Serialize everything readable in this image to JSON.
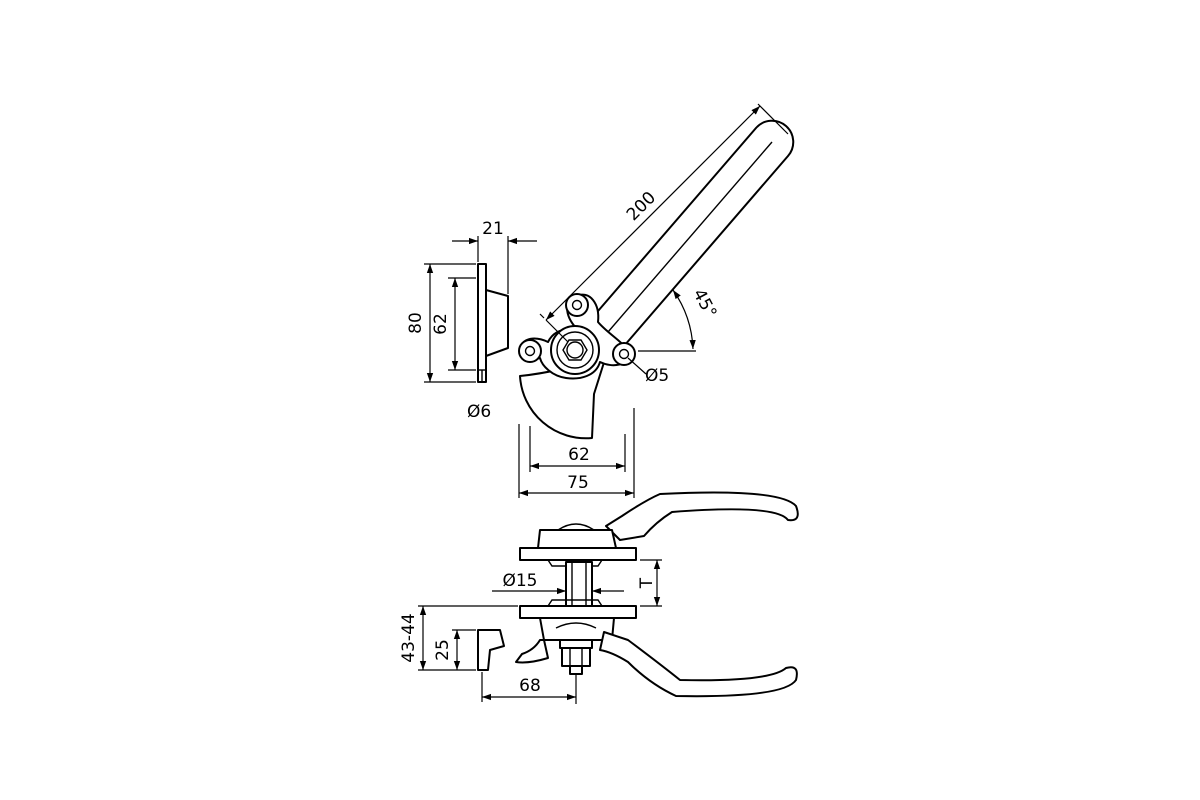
{
  "dimensions": {
    "handle_length": "200",
    "backplate_depth": "21",
    "backplate_height": "80",
    "backplate_hole_spacing": "62",
    "backplate_hole_dia": "Ø6",
    "rotation_angle": "45°",
    "fixing_hole_dia": "Ø5",
    "fixing_hole_spacing": "62",
    "rosette_width": "75",
    "shaft_dia": "Ø15",
    "door_thickness": "T",
    "projection": "43-44",
    "keeper_height": "25",
    "keeper_offset": "68"
  }
}
